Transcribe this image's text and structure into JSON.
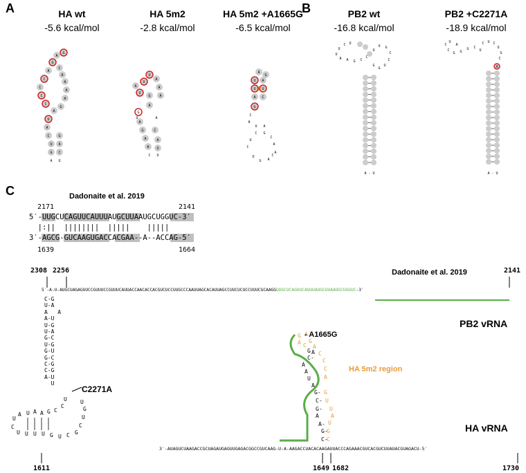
{
  "panels": {
    "a": {
      "letter": "A",
      "structures": [
        {
          "name": "HA wt",
          "energy": "-5.6 kcal/mol"
        },
        {
          "name": "HA 5m2",
          "energy": "-2.8 kcal/mol"
        },
        {
          "name": "HA 5m2 +A1665G",
          "energy": "-6.5 kcal/mol"
        }
      ]
    },
    "b": {
      "letter": "B",
      "structures": [
        {
          "name": "PB2 wt",
          "energy": "-16.8 kcal/mol"
        },
        {
          "name": "PB2 +C2271A",
          "energy": "-18.9 kcal/mol"
        }
      ]
    },
    "c": {
      "letter": "C",
      "reference": {
        "title": "Dadonaite et al. 2019",
        "top_left_num": "2171",
        "top_right_num": "2141",
        "top_seq": "5′-UUGCUCAGUUCAUUUAUGCUUAAUGCUGGUC-3′",
        "pairs": "  |:||  ||||||||  |||||    |||||",
        "bottom_seq": "3′-AGCG-GUCAAGUGACCACGAA--A--ACCAG-5′",
        "bottom_left_num": "1639",
        "bottom_right_num": "1664"
      },
      "pb2": {
        "num_2308": "2308",
        "num_2256": "2256",
        "num_2141": "2141",
        "seq_black": "5′-A-U-AUGCUAGAGUUCCGUUUCCGUUUCAUUACCAACACCACGUCUCCUUGCCCAAUUAGCACAUUAGCCUUCUCUCCUUUCGCAAGG",
        "seq_green": "UUGCUCAGUUCAUUUAUGCUUAAUGCUGGUC",
        "seq_end": "-3′",
        "green_label": "Dadonaite et al. 2019",
        "label": "PB2 vRNA",
        "mutation_label": "C2271A"
      },
      "ha": {
        "seq": "3′-AUAGUCUAAGACCGCUAGAUGAGUUGAGACGGCCGUCAAG-U-A-AAGACCUACACAAGAUUACCCAGAAACGUCACGUCUUAUACGUAGACU-5′",
        "label": "HA vRNA",
        "region_label": "HA 5m2 region",
        "mutation_label": "- A1665G",
        "ticks": [
          "1611",
          "1649",
          "1682",
          "1730"
        ]
      }
    }
  },
  "colors": {
    "green": "#5aad48",
    "orange": "#e89a3c",
    "red": "#d22222",
    "grey": "#cccccc",
    "highlight": "#bfbfbf"
  }
}
